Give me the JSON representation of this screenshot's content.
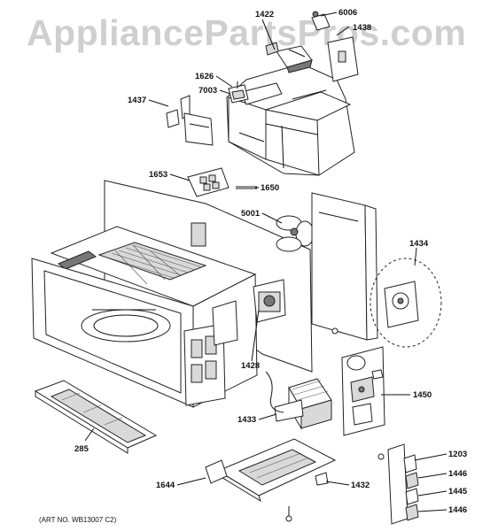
{
  "watermark": "AppliancePartsPros.com",
  "art_number": "(ART NO. WB13007 C2)",
  "callouts": {
    "c1422": "1422",
    "c6006": "6006",
    "c1438": "1438",
    "c1626": "1626",
    "c7003": "7003",
    "c1437": "1437",
    "c1653": "1653",
    "c1650": "1650",
    "c5001": "5001",
    "c1434": "1434",
    "c1428": "1428",
    "c1450": "1450",
    "c1433": "1433",
    "c285": "285",
    "c1203": "1203",
    "c1446a": "1446",
    "c1445": "1445",
    "c1446b": "1446",
    "c1644": "1644",
    "c1432": "1432"
  }
}
